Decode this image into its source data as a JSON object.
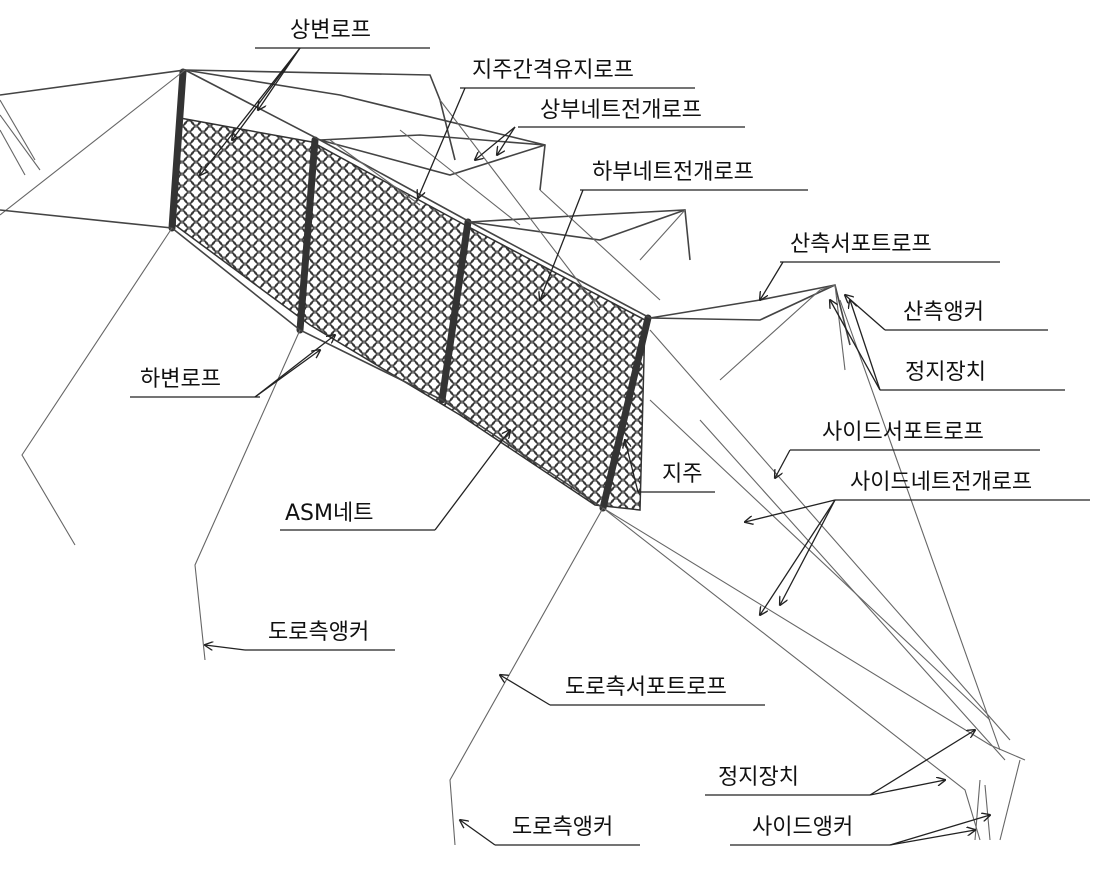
{
  "labels": {
    "top_rope": "상변로프",
    "post_spacing_rope": "지주간격유지로프",
    "upper_net_deploy_rope": "상부네트전개로프",
    "lower_net_deploy_rope": "하부네트전개로프",
    "mountain_support_rope": "산측서포트로프",
    "mountain_anchor": "산측앵커",
    "stopper_upper": "정지장치",
    "bottom_rope": "하변로프",
    "side_support_rope": "사이드서포트로프",
    "side_net_deploy_rope": "사이드네트전개로프",
    "post": "지주",
    "asm_net": "ASM네트",
    "road_anchor_upper": "도로측앵커",
    "road_support_rope": "도로측서포트로프",
    "stopper_lower": "정지장치",
    "road_anchor_lower": "도로측앵커",
    "side_anchor": "사이드앵커"
  },
  "colors": {
    "line": "#333333",
    "background": "#ffffff"
  }
}
